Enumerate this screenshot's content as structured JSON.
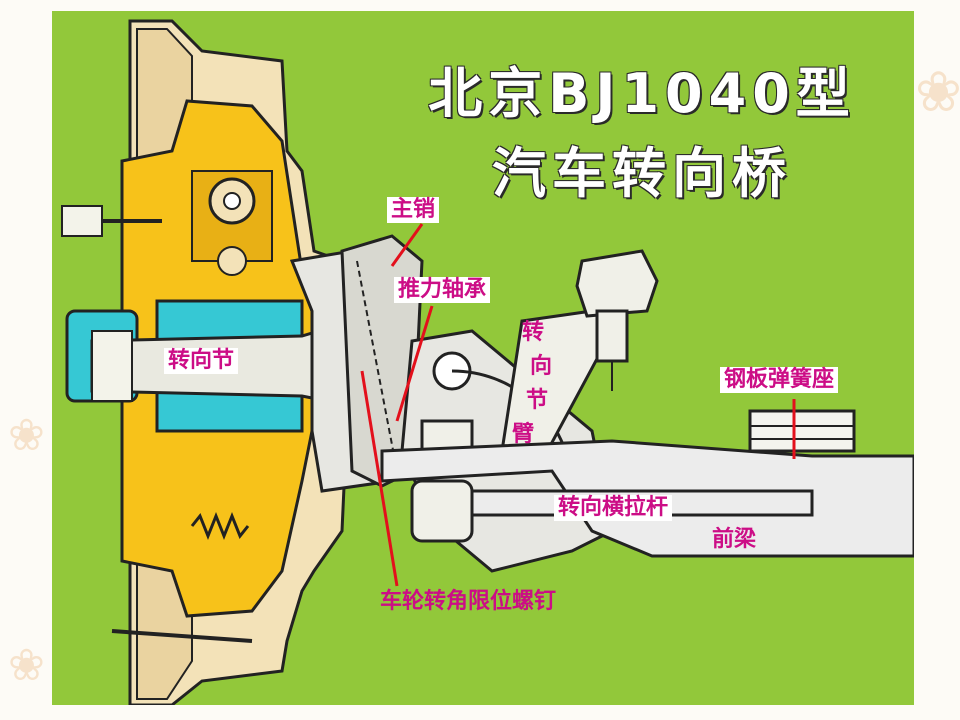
{
  "title": {
    "line1": "北京BJ1040型",
    "line2": "汽车转向桥"
  },
  "labels": {
    "kingpin": "主销",
    "thrust_bearing": "推力轴承",
    "steering_knuckle": "转向节",
    "knuckle_arm": [
      "转",
      "向",
      "节",
      "臂"
    ],
    "spring_seat": "钢板弹簧座",
    "tie_rod": "转向横拉杆",
    "front_beam": "前梁",
    "stop_screw": "车轮转角限位螺钉"
  },
  "colors": {
    "panel_bg": "#92c83a",
    "hub_yellow": "#f7c21a",
    "bearing_cyan": "#36c8d4",
    "tire_cream": "#f3e2b8",
    "label_magenta": "#cc0d86",
    "leader_red": "#e3101c"
  }
}
